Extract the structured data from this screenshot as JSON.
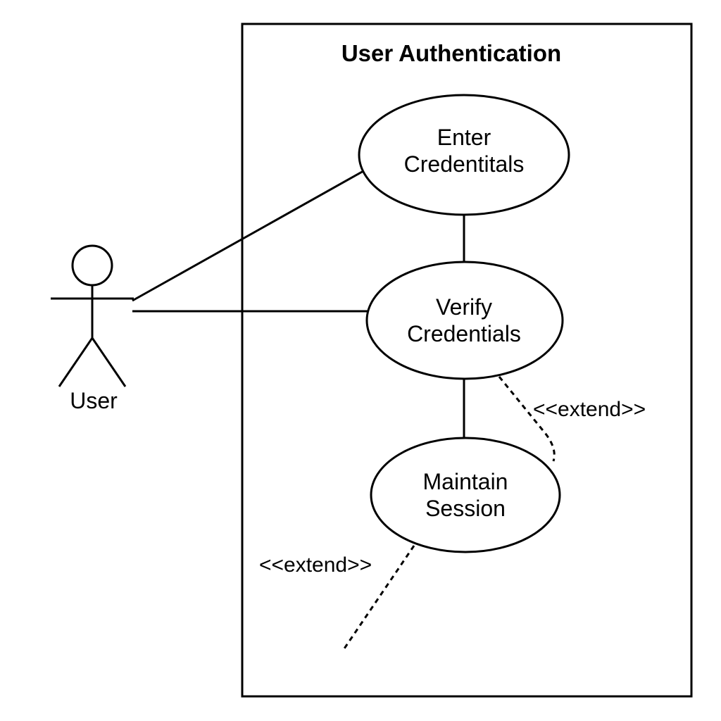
{
  "system": {
    "title": "User Authentication"
  },
  "actor": {
    "name": "User"
  },
  "use_cases": {
    "enter_credentials": {
      "line1": "Enter",
      "line2": "Credentitals"
    },
    "verify_credentials": {
      "line1": "Verify",
      "line2": "Credentials"
    },
    "maintain_session": {
      "line1": "Maintain",
      "line2": "Session"
    }
  },
  "relations": {
    "extend_1": "<<extend>>",
    "extend_2": "<<extend>>"
  }
}
